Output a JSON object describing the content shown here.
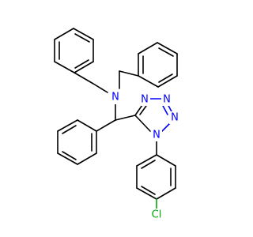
{
  "molecule": {
    "atoms": [
      {
        "id": "N_amine",
        "symbol": "N",
        "color": "#0000ff"
      },
      {
        "id": "N_t1",
        "symbol": "N",
        "color": "#0000ff"
      },
      {
        "id": "N_t2",
        "symbol": "N",
        "color": "#0000ff"
      },
      {
        "id": "N_t3",
        "symbol": "N",
        "color": "#0000ff"
      },
      {
        "id": "N_t4",
        "symbol": "N",
        "color": "#0000ff"
      },
      {
        "id": "Cl",
        "symbol": "Cl",
        "color": "#00aa00"
      }
    ]
  }
}
